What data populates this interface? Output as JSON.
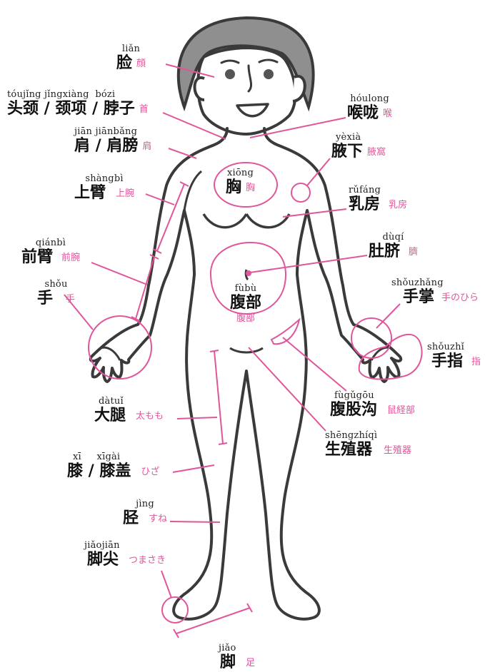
{
  "colors": {
    "outline": "#3a3a3a",
    "accent": "#e0569a",
    "hair": "#8f8f8f",
    "text": "#111111"
  },
  "labels": {
    "face": {
      "pinyin": "liǎn",
      "chinese": "脸",
      "japanese": "顔"
    },
    "neck": {
      "pinyin": "tóujǐng jǐngxiàng  bózi",
      "chinese": "头颈 / 颈项 / 脖子",
      "japanese": "首"
    },
    "throat": {
      "pinyin": "hóulong",
      "chinese": "喉咙",
      "japanese": "喉"
    },
    "shoulder": {
      "pinyin": "jiān jiānbǎng",
      "chinese": "肩 / 肩膀",
      "japanese": "肩"
    },
    "armpit": {
      "pinyin": "yèxià",
      "chinese": "腋下",
      "japanese": "腋窩"
    },
    "upper_arm": {
      "pinyin": "shàngbì",
      "chinese": "上臂",
      "japanese": "上腕"
    },
    "chest": {
      "pinyin": "xiōng",
      "chinese": "胸",
      "japanese": "胸"
    },
    "breast": {
      "pinyin": "rǔfáng",
      "chinese": "乳房",
      "japanese": "乳房"
    },
    "forearm": {
      "pinyin": "qiánbì",
      "chinese": "前臂",
      "japanese": "前腕"
    },
    "navel": {
      "pinyin": "dùqí",
      "chinese": "肚脐",
      "japanese": "臍"
    },
    "hand": {
      "pinyin": "shǒu",
      "chinese": "手",
      "japanese": "手"
    },
    "abdomen": {
      "pinyin": "fùbù",
      "chinese": "腹部",
      "japanese": "腹部"
    },
    "palm": {
      "pinyin": "shǒuzhǎng",
      "chinese": "手掌",
      "japanese": "手のひら"
    },
    "finger": {
      "pinyin": "shǒuzhǐ",
      "chinese": "手指",
      "japanese": "指"
    },
    "groin": {
      "pinyin": "fùgǔgōu",
      "chinese": "腹股沟",
      "japanese": "鼠経部"
    },
    "thigh": {
      "pinyin": "dàtuǐ",
      "chinese": "大腿",
      "japanese": "太もも"
    },
    "genitals": {
      "pinyin": "shēngzhíqì",
      "chinese": "生殖器",
      "japanese": "生殖器"
    },
    "knee": {
      "pinyin": "xī     xīgài",
      "chinese": "膝 / 膝盖",
      "japanese": "ひざ"
    },
    "shin": {
      "pinyin": "jìng",
      "chinese": "胫",
      "japanese": "すね"
    },
    "toe": {
      "pinyin": "jiǎojiān",
      "chinese": "脚尖",
      "japanese": "つまさき"
    },
    "foot": {
      "pinyin": "jiǎo",
      "chinese": "脚",
      "japanese": "足"
    }
  }
}
